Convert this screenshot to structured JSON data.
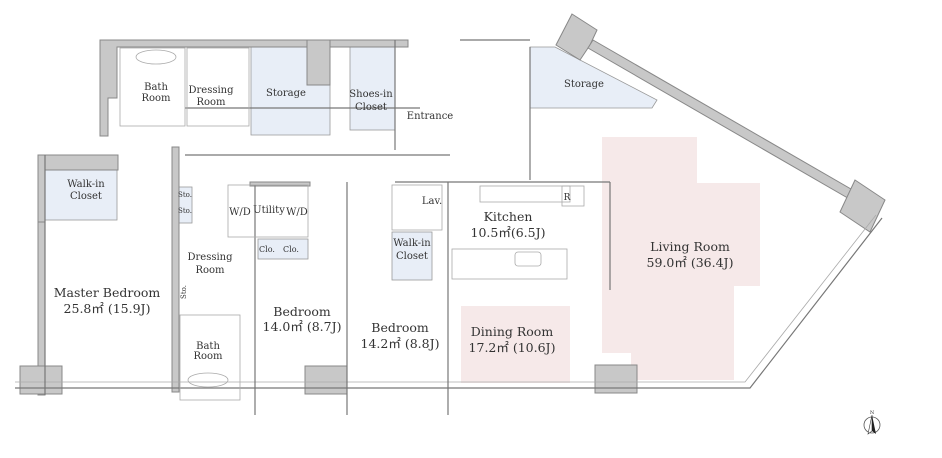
{
  "rooms": {
    "bath_top": {
      "line1": "Bath",
      "line2": "Room"
    },
    "dressing_top": {
      "line1": "Dressing",
      "line2": "Room"
    },
    "storage_center": {
      "label": "Storage"
    },
    "shoes_closet": {
      "line1": "Shoes-in",
      "line2": "Closet"
    },
    "entrance": {
      "label": "Entrance"
    },
    "storage_right": {
      "label": "Storage"
    },
    "walkin_master": {
      "line1": "Walk-in",
      "line2": "Closet"
    },
    "sto_1": {
      "label": "Sto."
    },
    "sto_2": {
      "label": "Sto."
    },
    "sto_3": {
      "label": "Sto."
    },
    "wd_left": {
      "label": "W/D"
    },
    "utility": {
      "label": "Utility"
    },
    "wd_right": {
      "label": "W/D"
    },
    "clo_1": {
      "label": "Clo."
    },
    "clo_2": {
      "label": "Clo."
    },
    "dressing_bottom": {
      "line1": "Dressing",
      "line2": "Room"
    },
    "master_bedroom": {
      "name": "Master Bedroom",
      "area": "25.8㎡ (15.9J)"
    },
    "bath_bottom": {
      "line1": "Bath",
      "line2": "Room"
    },
    "bedroom_1": {
      "name": "Bedroom",
      "area": "14.0㎡ (8.7J)"
    },
    "bedroom_2": {
      "name": "Bedroom",
      "area": "14.2㎡ (8.8J)"
    },
    "lav": {
      "label": "Lav."
    },
    "walkin_2": {
      "line1": "Walk-in",
      "line2": "Closet"
    },
    "kitchen": {
      "name": "Kitchen",
      "area": "10.5㎡(6.5J)"
    },
    "refrigerator": {
      "label": "R"
    },
    "dining": {
      "name": "Dining Room",
      "area": "17.2㎡ (10.6J)"
    },
    "living": {
      "name": "Living Room",
      "area": "59.0㎡ (36.4J)"
    }
  },
  "compass": {
    "label": "N"
  },
  "colors": {
    "wall": "#c8c8c8",
    "closet": "#e8eef7",
    "highlight": "#f6e9e9"
  }
}
